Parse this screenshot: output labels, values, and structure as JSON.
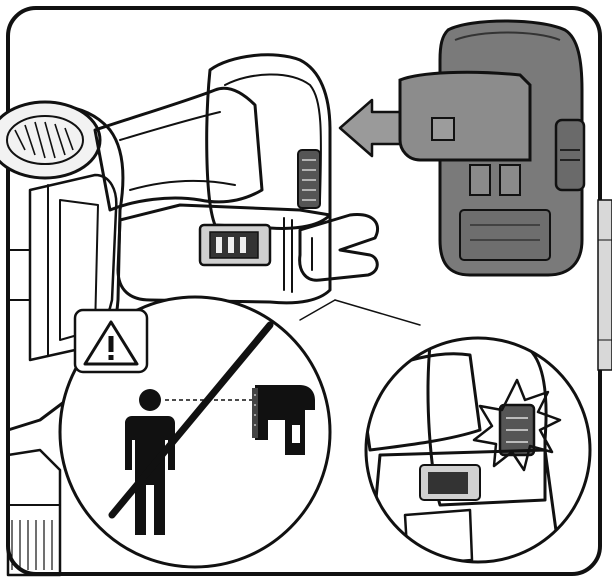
{
  "figure": {
    "type": "instruction-illustration",
    "frame_style": "rounded-border",
    "colors": {
      "ink": "#111111",
      "paper": "#ffffff",
      "tool_fill": "#e9e9e9",
      "battery_fill": "#7a7a7a",
      "battery_dark": "#5a5a5a",
      "tab_fill": "#d8d8d8"
    }
  },
  "panels": {
    "main": {
      "subject": "nailer-handle-with-battery-port",
      "action": "battery-insert",
      "arrow_direction": "left"
    },
    "warning": {
      "icon": "warning-triangle-icon",
      "prohibited": "pointing-tool-at-person",
      "slash": true
    },
    "detail": {
      "subject": "battery-latch-click",
      "effect": "starburst"
    }
  },
  "side_tab": {
    "visible": true
  }
}
